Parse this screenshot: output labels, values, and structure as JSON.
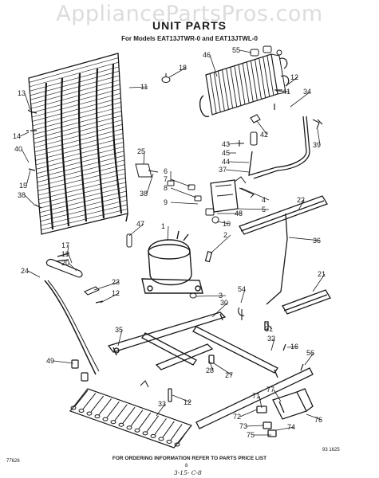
{
  "watermark": "AppliancePartsPros.com",
  "title": "UNIT PARTS",
  "subtitle": "For Models EAT13JTWR-0 and EAT13JTWL-0",
  "footer": "FOR ORDERING INFORMATION REFER TO PARTS PRICE LIST",
  "code_right": "93 1625",
  "code_left": "77626",
  "page_number": "8",
  "handwritten": "3-15- C-8",
  "callouts": [
    {
      "id": "c55",
      "label": "55",
      "part": "p-top-fitting"
    },
    {
      "id": "c46",
      "label": "46",
      "part": "p-condenser"
    },
    {
      "id": "c18",
      "label": "18",
      "part": "p-grommet"
    },
    {
      "id": "c11",
      "label": "11",
      "part": "p-evaporator"
    },
    {
      "id": "c12a",
      "label": "12",
      "part": "p-screw"
    },
    {
      "id": "c41",
      "label": "41",
      "part": "p-condenser"
    },
    {
      "id": "c34",
      "label": "34",
      "part": "p-condenser"
    },
    {
      "id": "c13",
      "label": "13",
      "part": "p-screw"
    },
    {
      "id": "c14",
      "label": "14",
      "part": "p-screw"
    },
    {
      "id": "c40",
      "label": "40",
      "part": "p-screw"
    },
    {
      "id": "c15",
      "label": "15",
      "part": "p-screw"
    },
    {
      "id": "c38a",
      "label": "38",
      "part": "p-screw"
    },
    {
      "id": "c25",
      "label": "25",
      "part": "p-bracket"
    },
    {
      "id": "c38b",
      "label": "38",
      "part": "p-bracket"
    },
    {
      "id": "c42",
      "label": "42",
      "part": "p-clip"
    },
    {
      "id": "c43",
      "label": "43",
      "part": "p-clip"
    },
    {
      "id": "c45",
      "label": "45",
      "part": "p-clip"
    },
    {
      "id": "c44",
      "label": "44",
      "part": "p-clip"
    },
    {
      "id": "c37",
      "label": "37",
      "part": "p-tube"
    },
    {
      "id": "c39",
      "label": "39",
      "part": "p-clip"
    },
    {
      "id": "c6",
      "label": "6",
      "part": "p-relay"
    },
    {
      "id": "c7",
      "label": "7",
      "part": "p-relay"
    },
    {
      "id": "c8",
      "label": "8",
      "part": "p-relay"
    },
    {
      "id": "c9",
      "label": "9",
      "part": "p-relay"
    },
    {
      "id": "c4",
      "label": "4",
      "part": "p-relay"
    },
    {
      "id": "c5",
      "label": "5",
      "part": "p-relay"
    },
    {
      "id": "c48",
      "label": "48",
      "part": "p-relay"
    },
    {
      "id": "c10",
      "label": "10",
      "part": "p-relay"
    },
    {
      "id": "c22",
      "label": "22",
      "part": "p-rail"
    },
    {
      "id": "c47",
      "label": "47",
      "part": "p-filter"
    },
    {
      "id": "c1",
      "label": "1",
      "part": "p-compressor"
    },
    {
      "id": "c2",
      "label": "2",
      "part": "p-screw"
    },
    {
      "id": "c36",
      "label": "36",
      "part": "p-tube"
    },
    {
      "id": "c17",
      "label": "17",
      "part": "p-drier"
    },
    {
      "id": "c19",
      "label": "19",
      "part": "p-drier"
    },
    {
      "id": "c20",
      "label": "20",
      "part": "p-drier"
    },
    {
      "id": "c24",
      "label": "24",
      "part": "p-drier"
    },
    {
      "id": "c23",
      "label": "23",
      "part": "p-clip"
    },
    {
      "id": "c12b",
      "label": "12",
      "part": "p-screw"
    },
    {
      "id": "c21",
      "label": "21",
      "part": "p-rail"
    },
    {
      "id": "c3",
      "label": "3",
      "part": "p-grommet"
    },
    {
      "id": "c54",
      "label": "54",
      "part": "p-clip"
    },
    {
      "id": "c30",
      "label": "30",
      "part": "p-frame"
    },
    {
      "id": "c35",
      "label": "35",
      "part": "p-frame"
    },
    {
      "id": "c31",
      "label": "31",
      "part": "p-frame"
    },
    {
      "id": "c32",
      "label": "32",
      "part": "p-frame"
    },
    {
      "id": "c16",
      "label": "16",
      "part": "p-screw"
    },
    {
      "id": "c56",
      "label": "56",
      "part": "p-screw"
    },
    {
      "id": "c28",
      "label": "28",
      "part": "p-frame"
    },
    {
      "id": "c27",
      "label": "27",
      "part": "p-frame"
    },
    {
      "id": "c49",
      "label": "49",
      "part": "p-drier"
    },
    {
      "id": "c33",
      "label": "33",
      "part": "p-coil"
    },
    {
      "id": "c12c",
      "label": "12",
      "part": "p-screw"
    },
    {
      "id": "c77",
      "label": "77",
      "part": "p-box"
    },
    {
      "id": "c71",
      "label": "71",
      "part": "p-box"
    },
    {
      "id": "c72",
      "label": "72",
      "part": "p-box"
    },
    {
      "id": "c73",
      "label": "73",
      "part": "p-box"
    },
    {
      "id": "c74",
      "label": "74",
      "part": "p-box"
    },
    {
      "id": "c75",
      "label": "75",
      "part": "p-box"
    },
    {
      "id": "c76",
      "label": "76",
      "part": "p-box"
    }
  ]
}
